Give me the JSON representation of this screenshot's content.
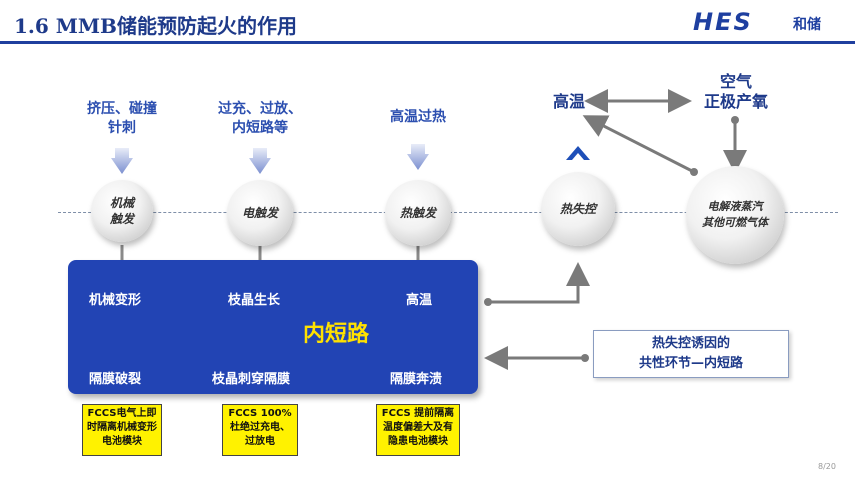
{
  "header": {
    "title": "1.6 MMB储能预防起火的作用",
    "logo_mark": "HES",
    "logo_text": "和储"
  },
  "triggers": [
    {
      "label_line1": "挤压、碰撞",
      "label_line2": "针刺",
      "circle_line1": "机械",
      "circle_line2": "触发",
      "top": "机械变形",
      "bottom": "隔膜破裂",
      "note": "FCCS电气上即时隔离机械变形电池模块"
    },
    {
      "label_line1": "过充、过放、",
      "label_line2": "内短路等",
      "circle_line1": "电触发",
      "circle_line2": "",
      "top": "枝晶生长",
      "bottom": "枝晶刺穿隔膜",
      "note": "FCCS 100%杜绝过充电、过放电"
    },
    {
      "label_line1": "高温过热",
      "label_line2": "",
      "circle_line1": "热触发",
      "circle_line2": "",
      "top": "高温",
      "bottom": "隔膜奔溃",
      "note": "FCCS 提前隔离温度偏差大及有隐患电池模块"
    }
  ],
  "center_label": "内短路",
  "thermal": {
    "circle_label": "热失控",
    "high_temp": "高温",
    "air_line1": "空气",
    "air_line2": "正极产氧",
    "gas_line1": "电解液蒸汽",
    "gas_line2": "其他可燃气体"
  },
  "cause_box": {
    "line1": "热失控诱因的",
    "line2": "共性环节—内短路"
  },
  "page_number": "8/20",
  "colors": {
    "brand_blue": "#1e3a8a",
    "box_blue": "#2244b4",
    "highlight_yellow": "#fff200",
    "core_text_yellow": "#ffe100"
  }
}
